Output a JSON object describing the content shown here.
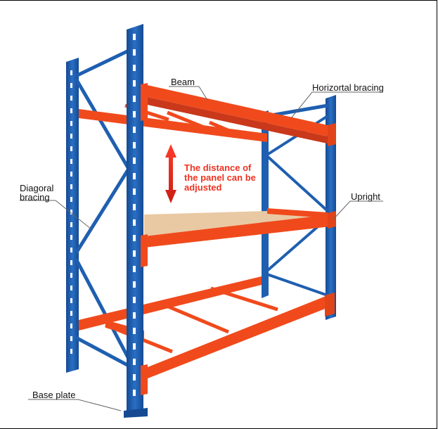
{
  "labels": {
    "beam": "Beam",
    "horizontal_bracing": "Horizortal bracing",
    "diagonal_bracing_line1": "Diagoral",
    "diagonal_bracing_line2": "bracing",
    "upright": "Upright",
    "base_plate": "Base plate",
    "distance_line1": "The distance of",
    "distance_line2": "the panel can be",
    "distance_line3": "adjusted"
  },
  "colors": {
    "upright_blue": "#1f5fb0",
    "beam_orange": "#f04a1c",
    "panel_wood": "#e9c9a3",
    "arrow_red": "#e0261b"
  }
}
